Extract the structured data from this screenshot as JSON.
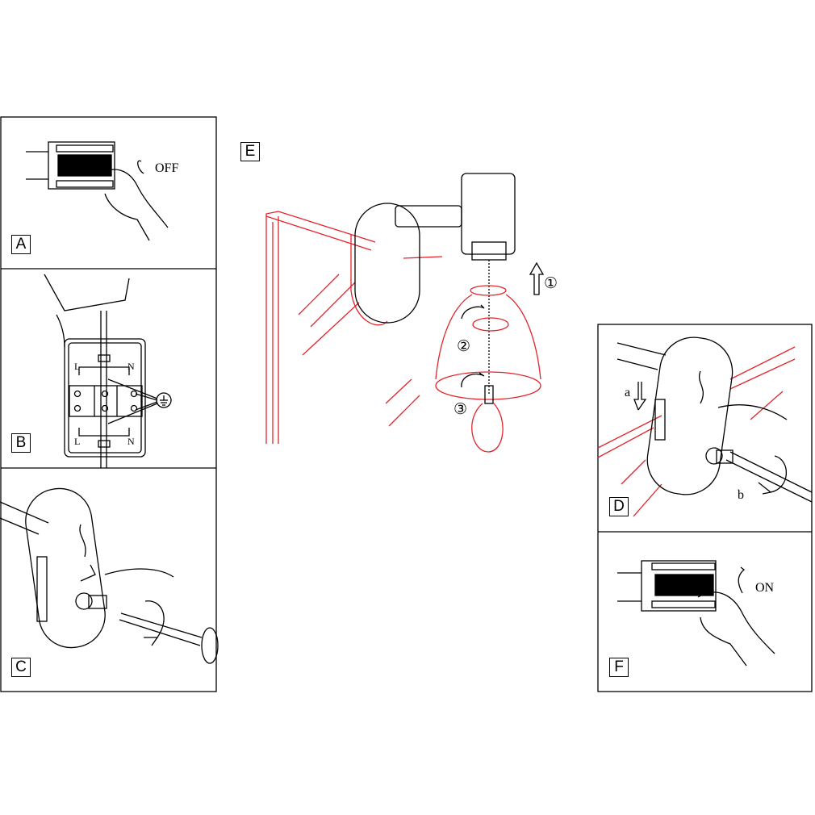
{
  "panels": {
    "A": {
      "label": "A",
      "switch_text": "OFF"
    },
    "B": {
      "label": "B",
      "top_left": "L",
      "top_right": "N",
      "bottom_left": "L",
      "bottom_right": "N",
      "earth_symbol": "⏚"
    },
    "C": {
      "label": "C"
    },
    "D": {
      "label": "D",
      "step_a": "a",
      "step_b": "b"
    },
    "E": {
      "label": "E",
      "step_1": "①",
      "step_2": "②",
      "step_3": "③"
    },
    "F": {
      "label": "F",
      "switch_text": "ON"
    }
  },
  "colors": {
    "line": "#000000",
    "highlight": "#e3242b"
  }
}
